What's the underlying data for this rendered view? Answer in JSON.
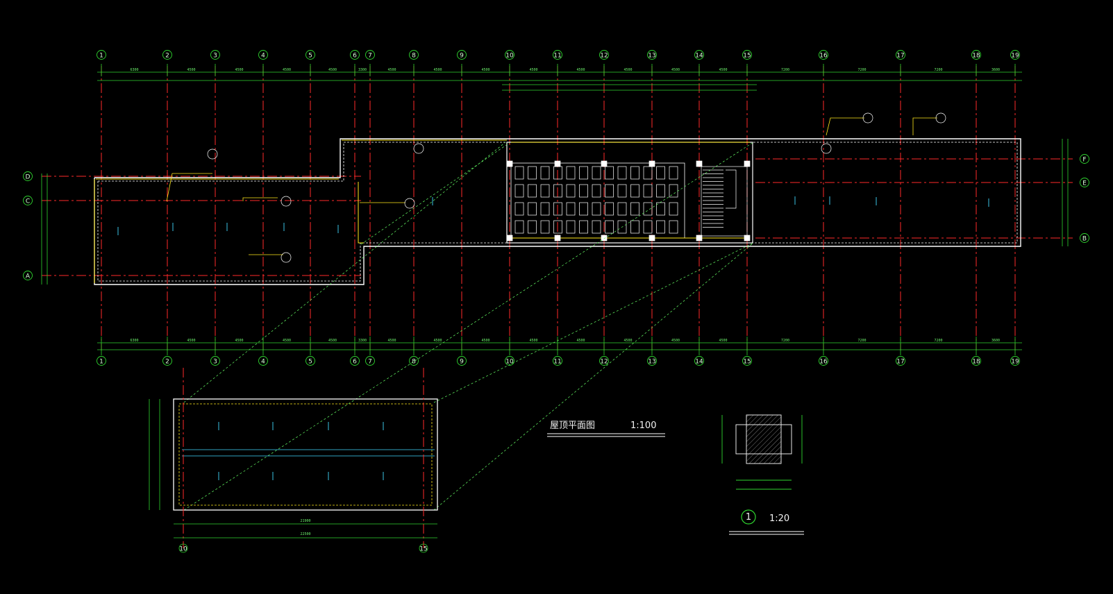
{
  "drawing": {
    "title": "屋顶平面图",
    "scale": "1:100",
    "detail_number": "1",
    "detail_scale": "1:20"
  },
  "grid_axes": {
    "top": [
      "1",
      "2",
      "3",
      "4",
      "5",
      "6",
      "7",
      "8",
      "9",
      "10",
      "11",
      "12",
      "13",
      "14",
      "15",
      "16",
      "17",
      "18",
      "19"
    ],
    "left": [
      "D",
      "C",
      "A"
    ],
    "right": [
      "F",
      "E",
      "B"
    ],
    "small_plan": [
      "10",
      "15"
    ]
  },
  "dimensions": {
    "top_row": [
      "6300",
      "4500",
      "4500",
      "4500",
      "4500",
      "3300",
      "4500",
      "4500",
      "4500",
      "4500",
      "4500",
      "4500",
      "4500",
      "4500",
      "7200",
      "7200",
      "7200",
      "3600"
    ],
    "bottom_row": [
      "6300",
      "4500",
      "4500",
      "4500",
      "4500",
      "3300",
      "4500",
      "4500",
      "4500",
      "4500",
      "4500",
      "4500",
      "4500",
      "4500",
      "7200",
      "7200",
      "7200",
      "3600"
    ],
    "small_plan_bottom": "22500",
    "small_plan_inner": "21900"
  },
  "colors": {
    "background": "#000000",
    "grid_line": "#ff2a2a",
    "outline": "#ffffff",
    "dimension": "#2fd62f",
    "slope": "#41d9ff",
    "parapet": "#ffe81a",
    "leader": "#b7ff00",
    "diagonal": "#66ff66"
  }
}
